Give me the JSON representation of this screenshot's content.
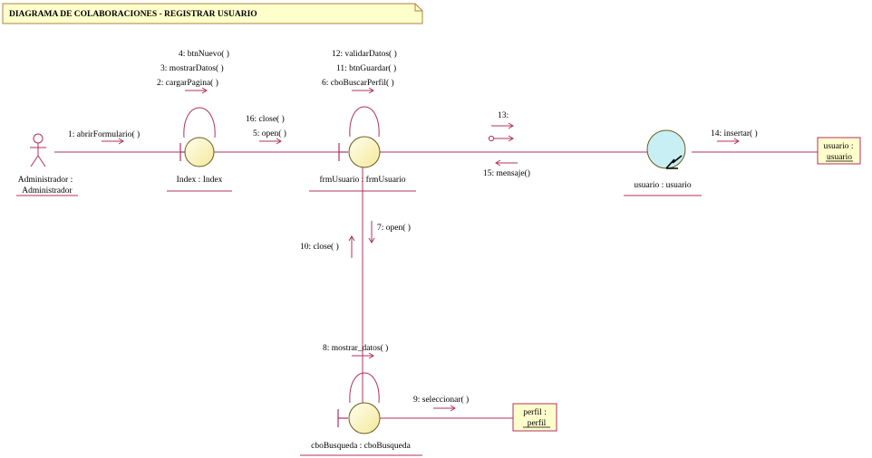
{
  "title": "DIAGRAMA DE COLABORACIONES - REGISTRAR USUARIO",
  "colors": {
    "line": "#b03060",
    "boundary_fill": "#ffffcc",
    "entity_fill": "#c8f0f4",
    "box_fill": "#ffffcc"
  },
  "objects": {
    "actor": {
      "name_line1": "Administrador :",
      "name_line2": "Administrador",
      "icon": "actor-icon"
    },
    "index": {
      "name": "Index : Index",
      "icon": "boundary-icon"
    },
    "frm": {
      "name": "frmUsuario : frmUsuario",
      "icon": "boundary-icon"
    },
    "usuario_control": {
      "name": "usuario : usuario",
      "icon": "control-icon"
    },
    "usuario_table": {
      "line1": "usuario :",
      "line2": "usuario"
    },
    "cbo": {
      "name": "cboBusqueda : cboBusqueda",
      "icon": "boundary-icon"
    },
    "perfil": {
      "line1": "perfil :",
      "line2": "perfil"
    }
  },
  "messages": {
    "abrir": "1: abrirFormulario( )",
    "index_self_1": "4: btnNuevo( )",
    "index_self_2": "3: mostrarDatos( )",
    "index_self_3": "2: cargarPagina( )",
    "close16": "16: close( )",
    "open5": "5: open( )",
    "frm_self_1": "12: validarDatos( )",
    "frm_self_2": "11: btnGuardar( )",
    "frm_self_3": "6: cboBuscarPerfil( )",
    "m13": "13:",
    "m15": "15: mensaje()",
    "insertar": "14: insertar( )",
    "open7": "7: open( )",
    "close10": "10: close( )",
    "mostrar": "8: mostrar_datos( )",
    "seleccionar": "9: seleccionar( )"
  }
}
